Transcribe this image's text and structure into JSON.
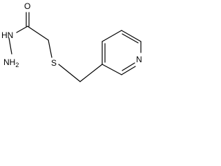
{
  "molecule": {
    "atoms": {
      "oxygen": "O",
      "hydrazide_nh": "HN",
      "terminal_amine": "NH2",
      "sulfur": "S",
      "ring_nitrogen": "N"
    }
  },
  "colors": {
    "bond": "#000000",
    "label": "#000000",
    "background": "#ffffff"
  }
}
